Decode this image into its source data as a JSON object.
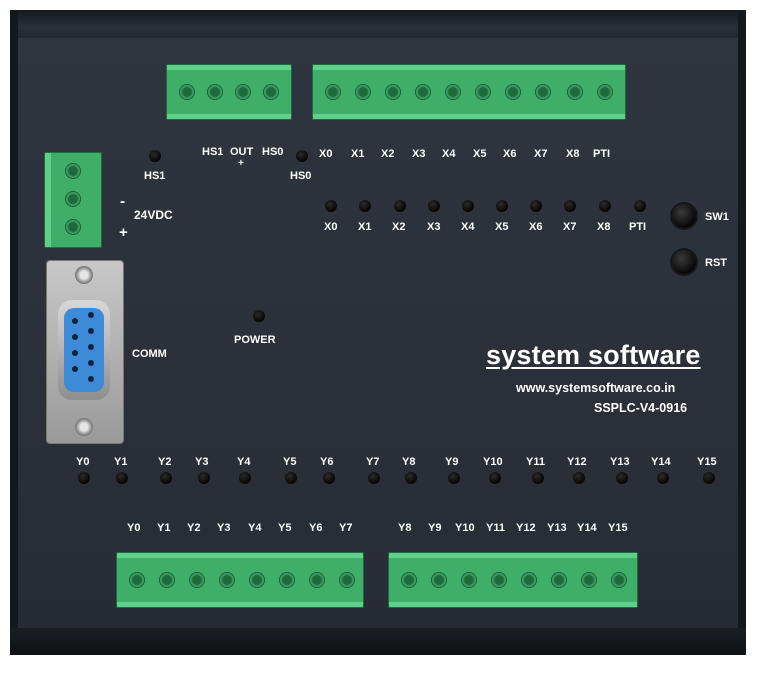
{
  "brand": {
    "name": "system software",
    "website": "www.systemsoftware.co.in",
    "model": "SSPLC-V4-0916"
  },
  "top_labels": {
    "hs1_left": "HS1",
    "hs1": "HS1",
    "out": "OUT",
    "plus": "+",
    "hs0": "HS0",
    "hs0_led": "HS0"
  },
  "power": {
    "minus": "-",
    "voltage": "24VDC",
    "plus": "+"
  },
  "x_terminal_labels": [
    "X0",
    "X1",
    "X2",
    "X3",
    "X4",
    "X5",
    "X6",
    "X7",
    "X8",
    "PTI"
  ],
  "x_led_labels": [
    "X0",
    "X1",
    "X2",
    "X3",
    "X4",
    "X5",
    "X6",
    "X7",
    "X8",
    "PTI"
  ],
  "y_led_labels": [
    "Y0",
    "Y1",
    "Y2",
    "Y3",
    "Y4",
    "Y5",
    "Y6",
    "Y7",
    "Y8",
    "Y9",
    "Y10",
    "Y11",
    "Y12",
    "Y13",
    "Y14",
    "Y15"
  ],
  "y_terminal_labels_left": [
    "Y0",
    "Y1",
    "Y2",
    "Y3",
    "Y4",
    "Y5",
    "Y6",
    "Y7"
  ],
  "y_terminal_labels_right": [
    "Y8",
    "Y9",
    "Y10",
    "Y11",
    "Y12",
    "Y13",
    "Y14",
    "Y15"
  ],
  "buttons": {
    "sw1": "SW1",
    "rst": "RST"
  },
  "labels": {
    "comm": "COMM",
    "power": "POWER"
  }
}
